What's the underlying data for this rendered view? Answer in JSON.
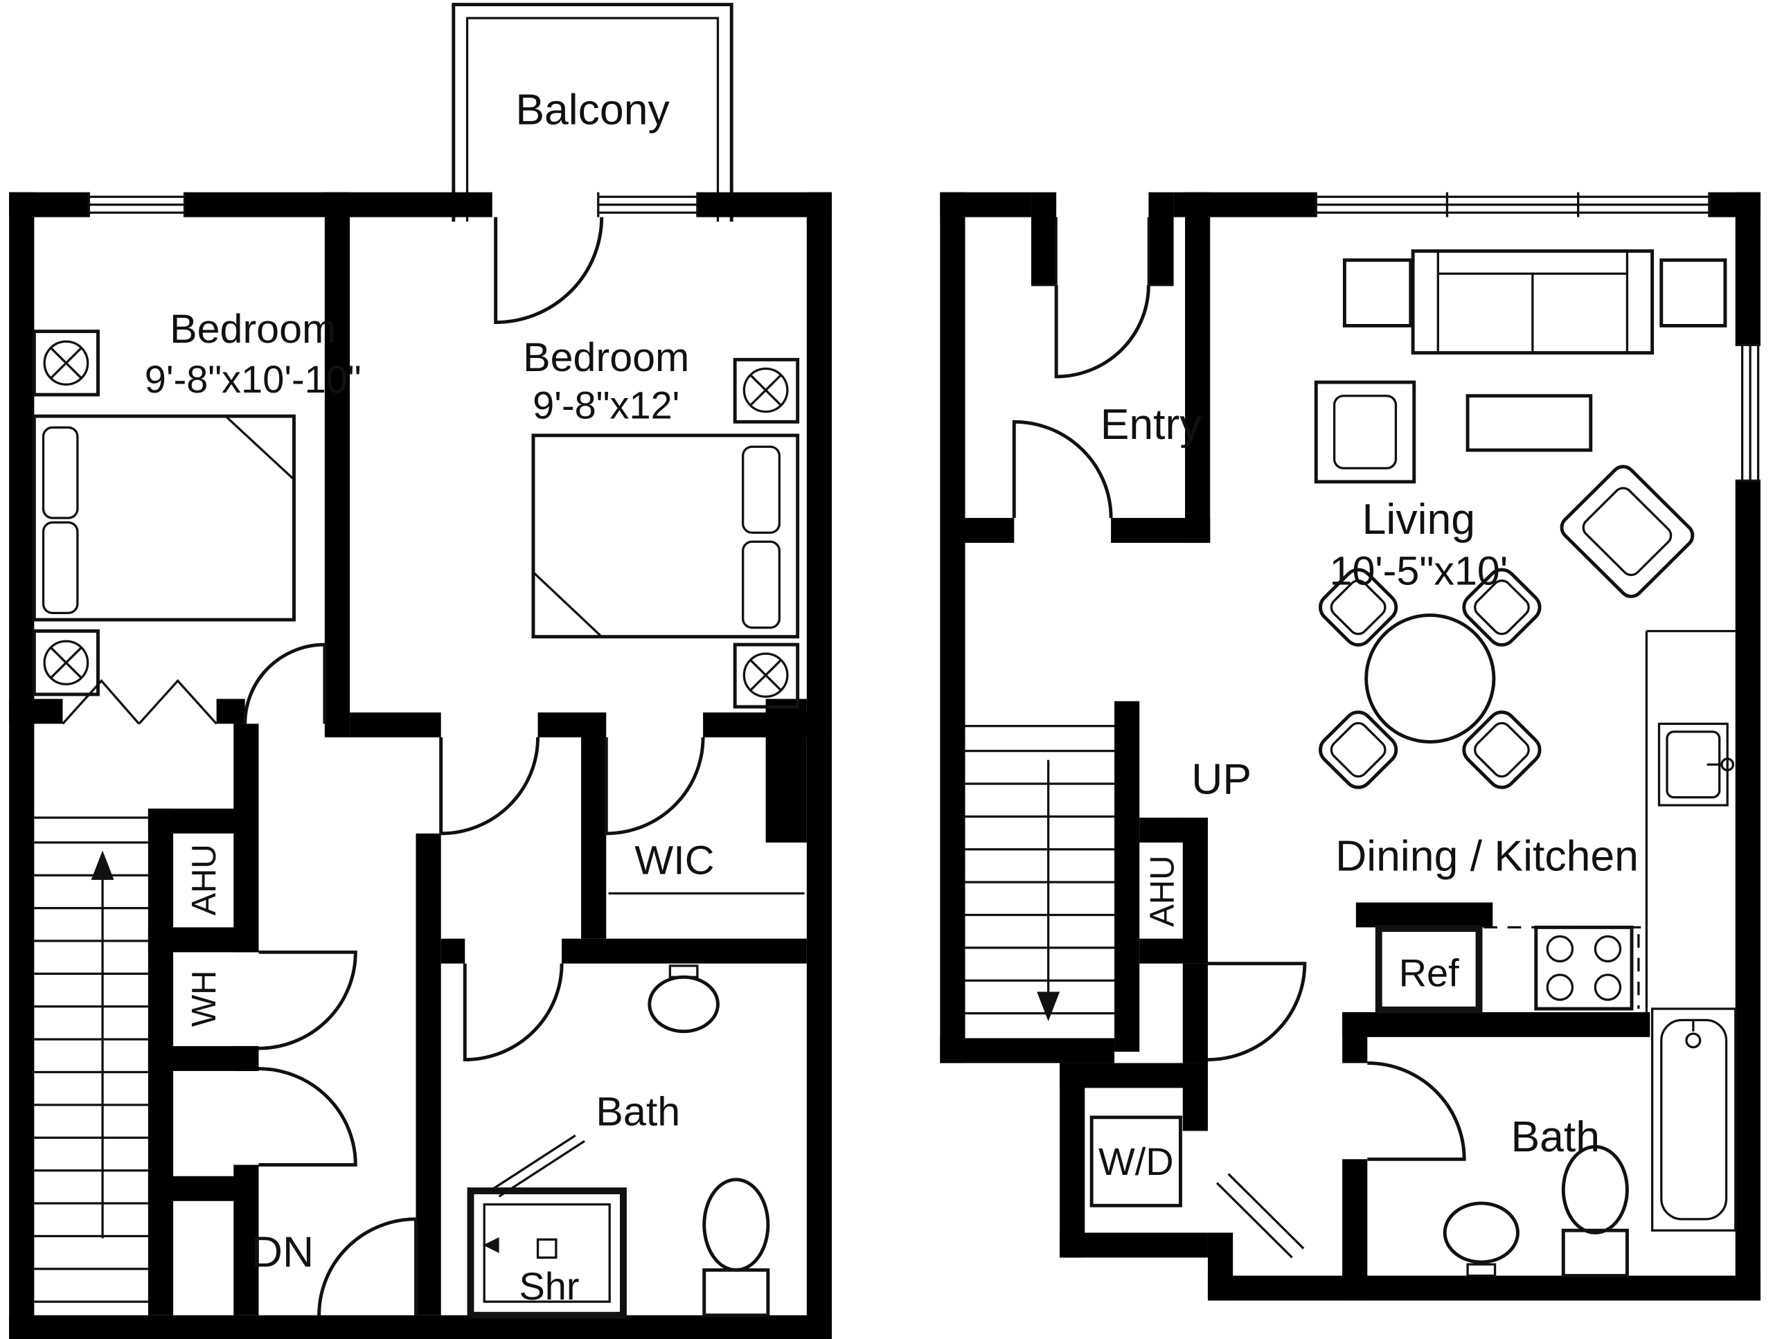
{
  "colors": {
    "wall": "#000000",
    "line": "#111111",
    "background": "#ffffff"
  },
  "plans": {
    "upper": {
      "labels": {
        "balcony": "Balcony",
        "bedroom1": {
          "name": "Bedroom",
          "dims": "9'-8\"x10'-10\""
        },
        "bedroom2": {
          "name": "Bedroom",
          "dims": "9'-8\"x12'"
        },
        "wic": "WIC",
        "ahu": "AHU",
        "wh": "WH",
        "bath": "Bath",
        "dn": "DN",
        "shr": "Shr"
      }
    },
    "lower": {
      "labels": {
        "entry": "Entry",
        "living": {
          "name": "Living",
          "dims": "10'-5\"x10'"
        },
        "up": "UP",
        "dining_kitchen": "Dining / Kitchen",
        "ahu": "AHU",
        "ref": "Ref",
        "wd": "W/D",
        "bath": "Bath"
      }
    }
  }
}
